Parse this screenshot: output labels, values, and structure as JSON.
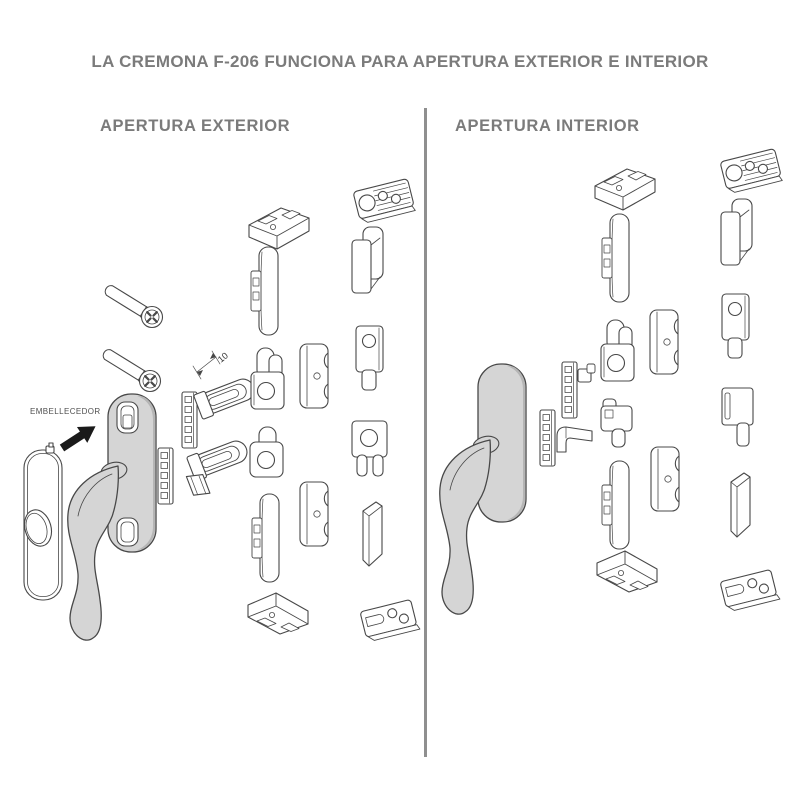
{
  "title": "LA CREMONA F-206 FUNCIONA PARA APERTURA EXTERIOR E INTERIOR",
  "sections": {
    "exterior": {
      "label": "APERTURA EXTERIOR"
    },
    "interior": {
      "label": "APERTURA INTERIOR"
    }
  },
  "annotations": {
    "embellecedor": "EMBELLECEDOR",
    "dimension": "10"
  },
  "colors": {
    "heading": "#7b7b7b",
    "divider": "#8f8f8f",
    "outline": "#484848",
    "handle_fill": "#d5d5d5",
    "arrow": "#1a1a1a",
    "background": "#ffffff"
  }
}
